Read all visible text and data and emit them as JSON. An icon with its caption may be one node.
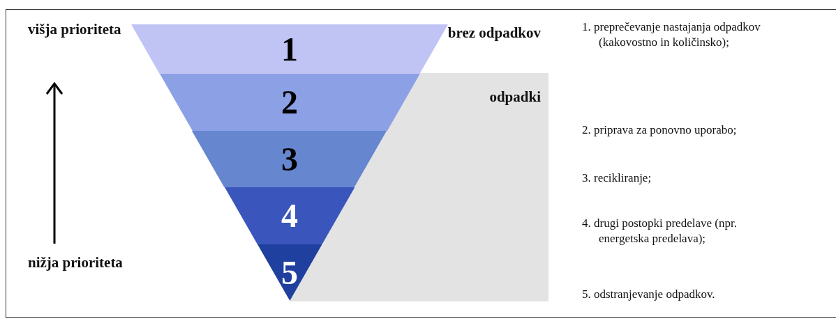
{
  "diagram": {
    "nodes": [
      {
        "text": [
          "1"
        ]
      },
      {
        "text": [
          "2"
        ]
      },
      {
        "text": [
          "3"
        ]
      },
      {
        "text": [
          "4"
        ]
      },
      {
        "text": [
          "5"
        ]
      },
      {
        "text": [
          "odpadki"
        ]
      }
    ],
    "labels": [
      "višja prioriteta",
      "nižja prioriteta",
      "brez odpadkov",
      "1. preprečevanje nastajanja odpadkov (kakovostno in količinsko);",
      "2. priprava za ponovno uporabo;",
      "3. recikliranje;",
      "4. drugi postopki predelave (npr. energetska predelava);",
      "5. odstranjevanje odpadkov."
    ]
  }
}
